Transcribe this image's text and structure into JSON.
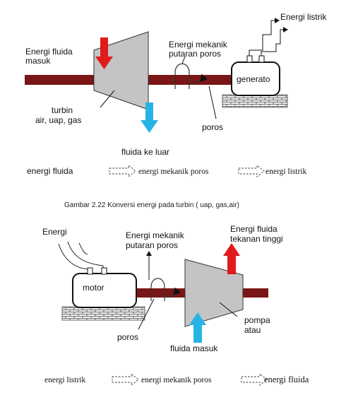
{
  "figure1": {
    "label_energy_in": [
      "Energi fluida",
      "masuk"
    ],
    "label_mech": [
      "Energi mekanik",
      "putaran poros"
    ],
    "label_elec": "Energi listrik",
    "label_generator": "generato",
    "label_turbine": [
      "turbin",
      "air, uap, gas"
    ],
    "label_shaft": "poros",
    "label_fluid_out": "fluida ke luar"
  },
  "chain1": [
    "energi fluida",
    "energi mekanik poros",
    "energi listrik"
  ],
  "caption": "Gambar 2.22 Konversi energi pada turbin ( uap, gas,air)",
  "figure2": {
    "label_energy_in": "Energi",
    "label_mech": [
      "Energi mekanik",
      "putaran poros"
    ],
    "label_fluid_out": [
      "Energi fluida",
      "tekanan tinggi"
    ],
    "label_motor": "motor",
    "label_pump": [
      "pompa",
      "atau"
    ],
    "label_shaft": "poros",
    "label_fluid_in": "fluida masuk"
  },
  "chain2": [
    "energi listrik",
    "energi mekanik poros",
    "energi fluida"
  ],
  "colors": {
    "shaft": "#7a1616",
    "turbine_fill": "#c4c4c4",
    "inflow_arrow": "#e01b1b",
    "outflow_arrow": "#27b4e4",
    "base_brick": "#f2f2f2"
  }
}
